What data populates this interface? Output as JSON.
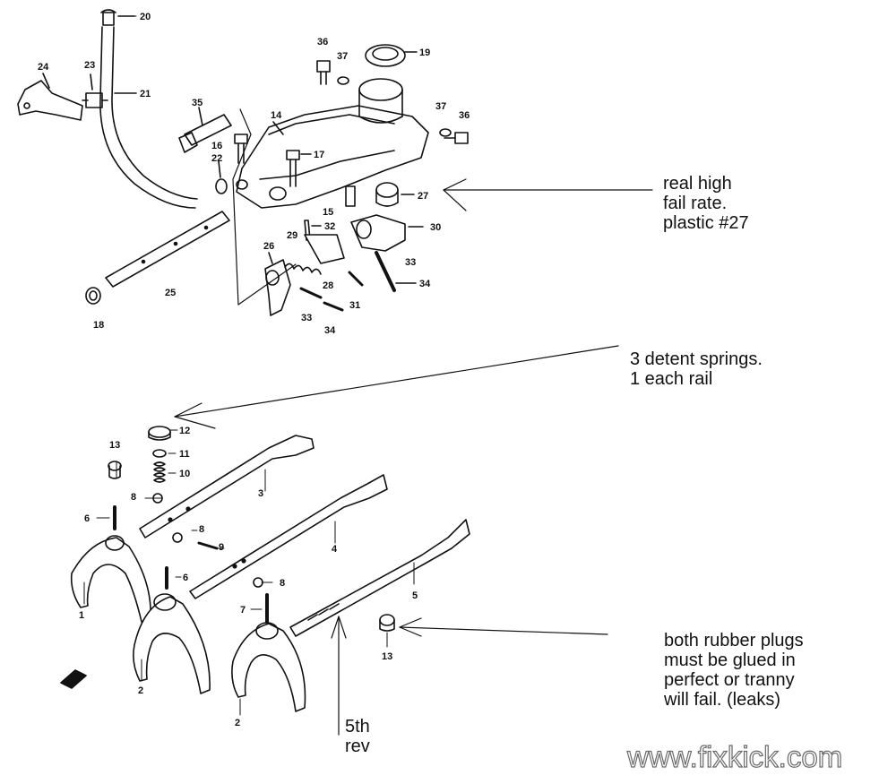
{
  "diagram": {
    "callouts": [
      "20",
      "24",
      "23",
      "21",
      "35",
      "16",
      "22",
      "14",
      "36",
      "37",
      "19",
      "37",
      "36",
      "17",
      "27",
      "15",
      "32",
      "30",
      "26",
      "29",
      "33",
      "34",
      "25",
      "28",
      "31",
      "33",
      "34",
      "18",
      "12",
      "13",
      "11",
      "10",
      "8",
      "3",
      "6",
      "8",
      "9",
      "6",
      "4",
      "8",
      "7",
      "1",
      "2",
      "5",
      "13",
      "2"
    ]
  },
  "notes": {
    "fail_rate": "real high\nfail rate.\nplastic #27",
    "detent": "3 detent springs.\n1 each rail",
    "plugs": "both rubber plugs\nmust be glued in\nperfect or tranny\nwill fail. (leaks)",
    "rev": "5th\nrev"
  },
  "watermark": "www.fixkick.com"
}
